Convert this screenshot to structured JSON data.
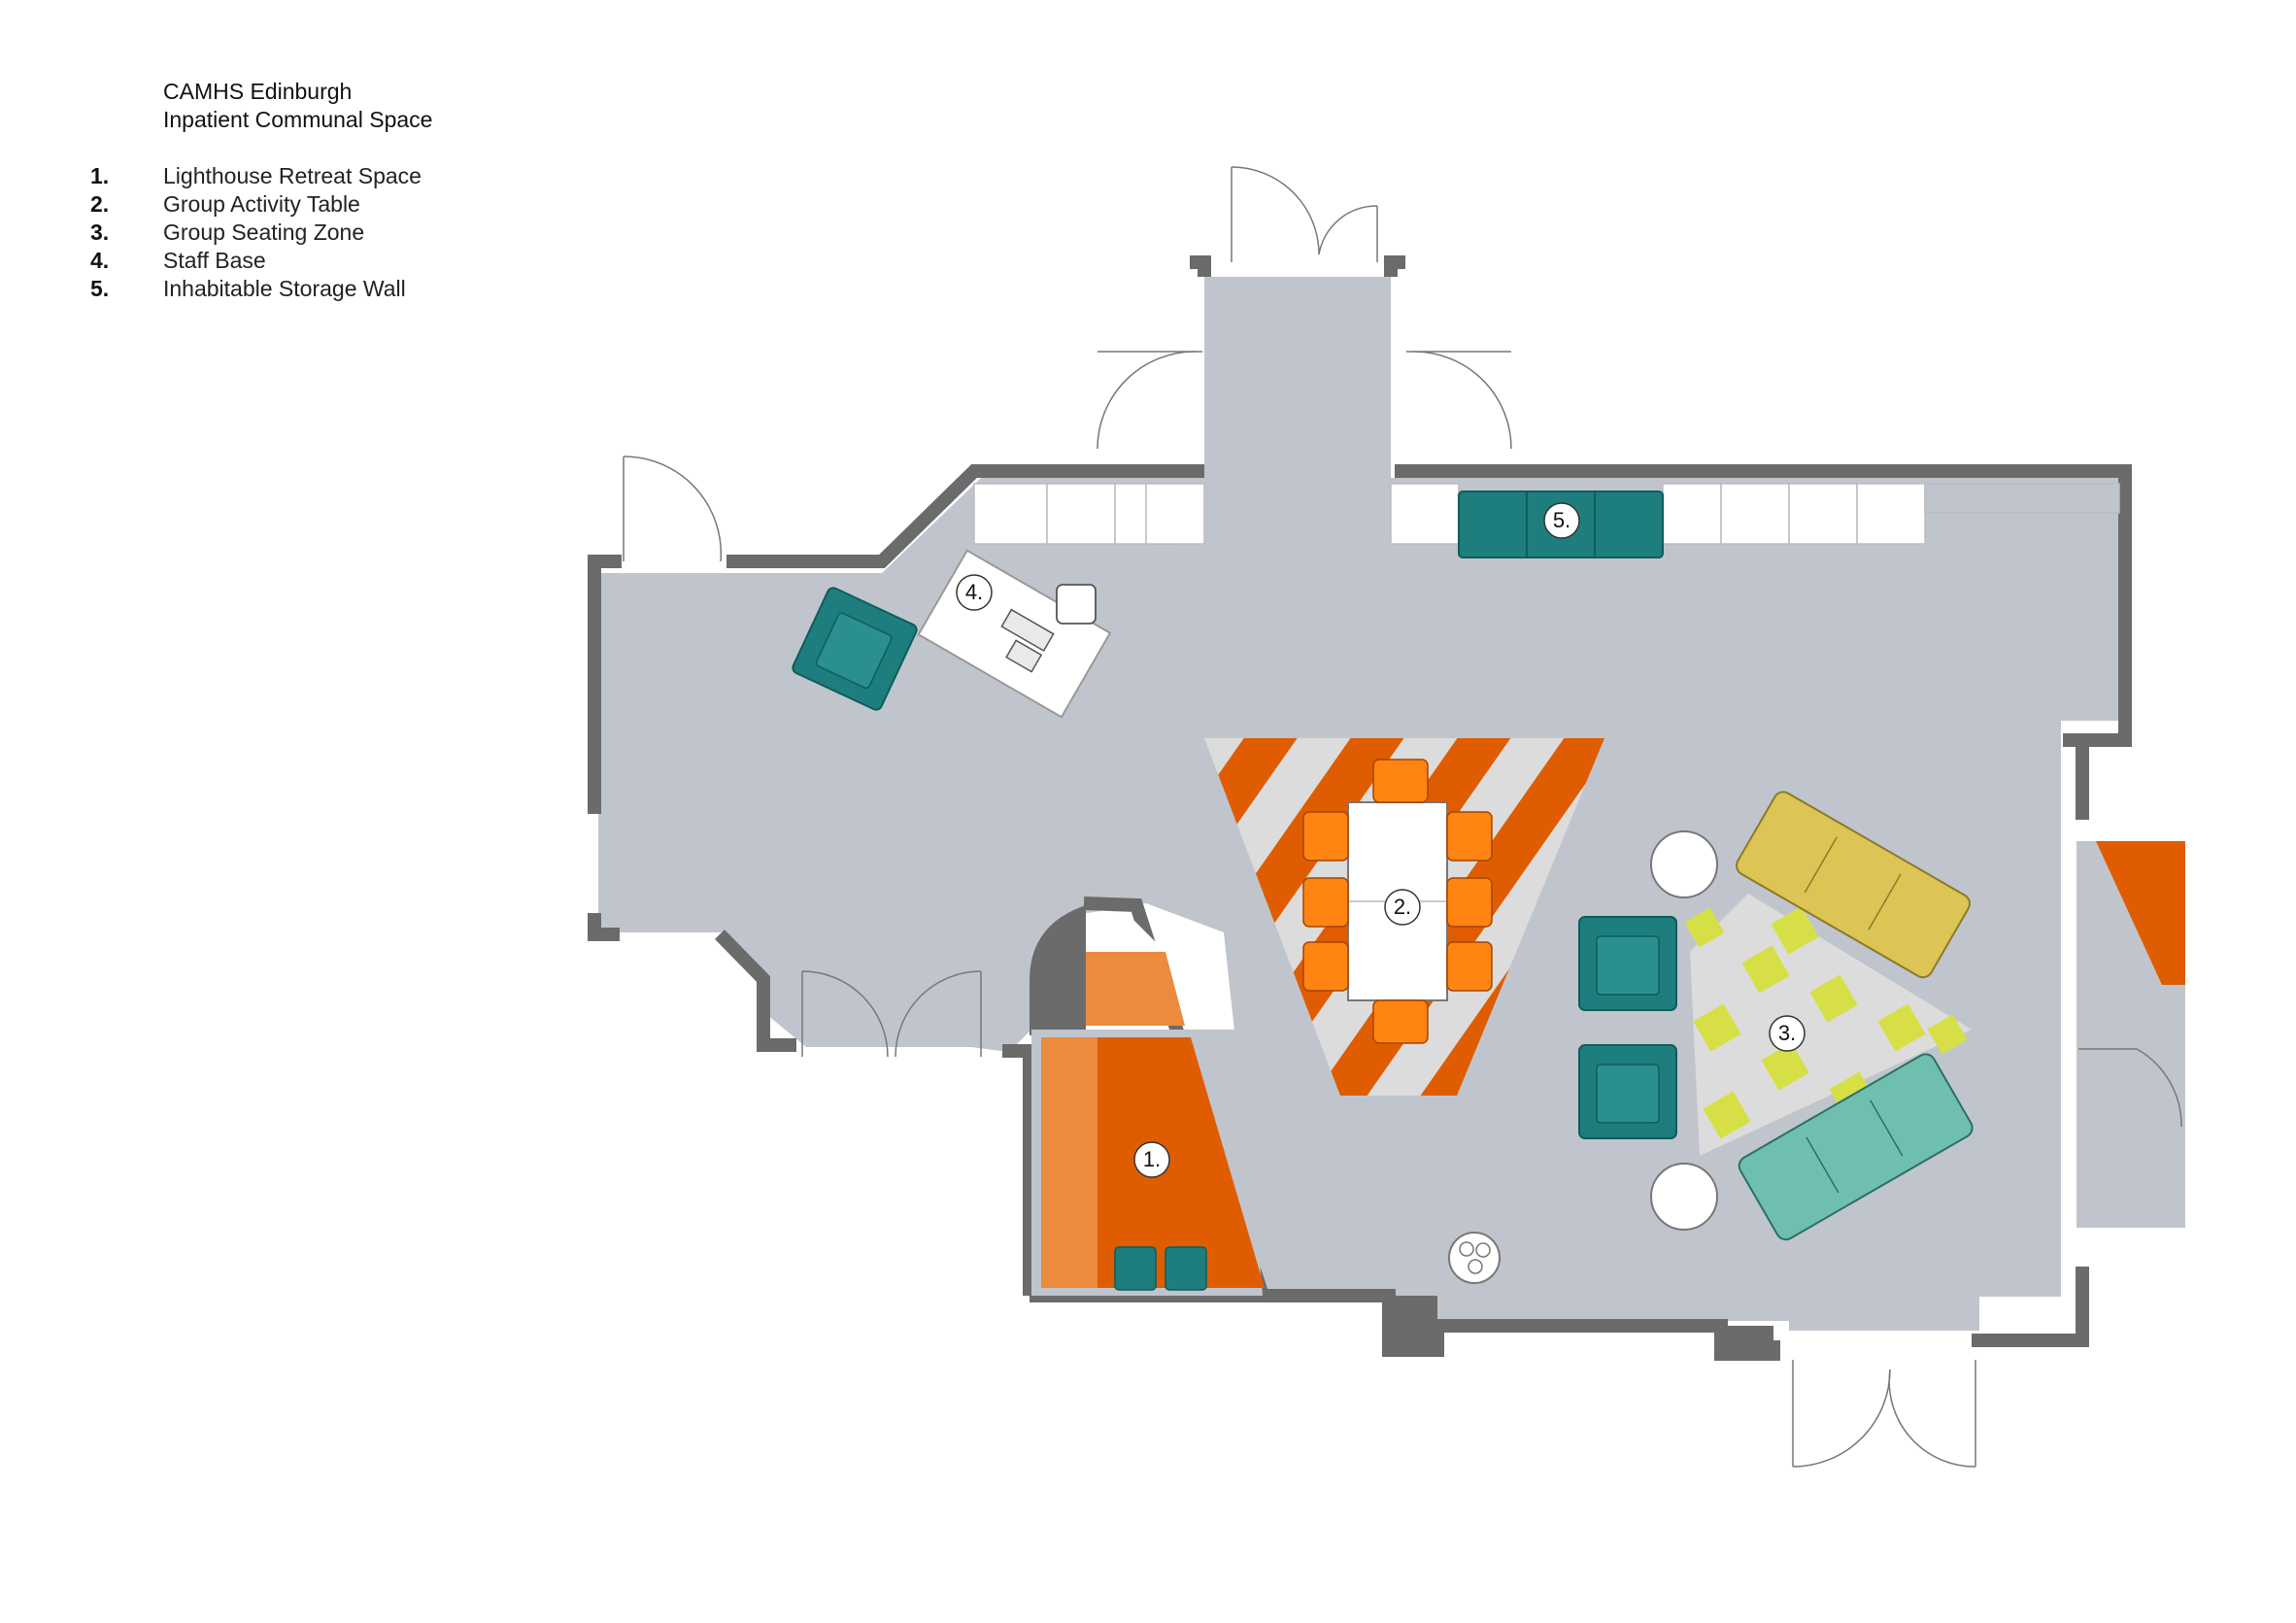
{
  "header": {
    "title_line1": "CAMHS Edinburgh",
    "title_line2": "Inpatient Communal Space"
  },
  "legend": [
    {
      "num": "1.",
      "label": "Lighthouse Retreat Space"
    },
    {
      "num": "2.",
      "label": "Group Activity Table"
    },
    {
      "num": "3.",
      "label": "Group Seating Zone"
    },
    {
      "num": "4.",
      "label": "Staff Base"
    },
    {
      "num": "5.",
      "label": "Inhabitable Storage Wall"
    }
  ],
  "markers": {
    "m1": "1.",
    "m2": "2.",
    "m3": "3.",
    "m4": "4.",
    "m5": "5."
  },
  "colors": {
    "floor": "#c0c5cd",
    "wall": "#6b6b6b",
    "orange_dark": "#df5d00",
    "orange_light": "#ec8a3e",
    "chair_orange": "#ff8412",
    "teal_dark": "#1e7e7e",
    "teal_light": "#6fbfb0",
    "yellow_sofa": "#dcc455",
    "lime": "#d6e046"
  }
}
